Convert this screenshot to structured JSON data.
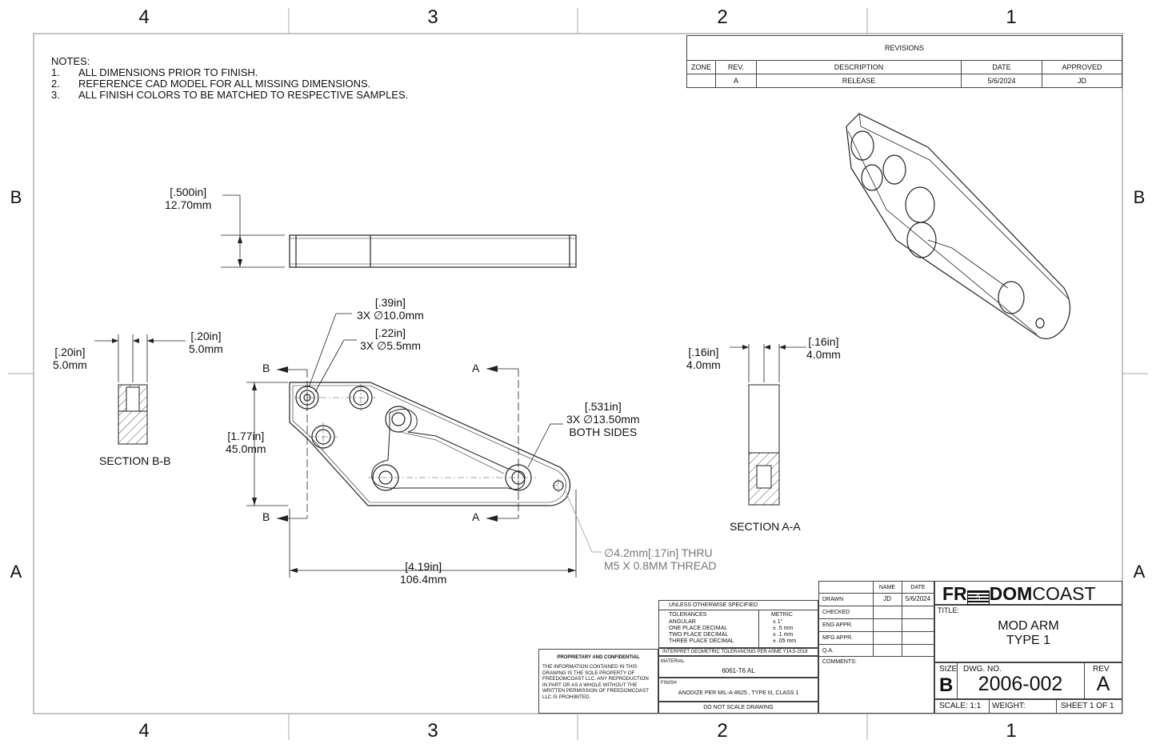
{
  "zones": {
    "cols": [
      "4",
      "3",
      "2",
      "1"
    ],
    "rows": [
      "B",
      "A"
    ]
  },
  "notes": {
    "heading": "NOTES:",
    "items": [
      {
        "num": "1.",
        "text": "ALL DIMENSIONS PRIOR TO FINISH."
      },
      {
        "num": "2.",
        "text": "REFERENCE CAD MODEL FOR ALL MISSING DIMENSIONS."
      },
      {
        "num": "3.",
        "text": "ALL FINISH COLORS TO BE MATCHED TO RESPECTIVE SAMPLES."
      }
    ]
  },
  "revisions": {
    "title": "REVISIONS",
    "headers": [
      "ZONE",
      "REV.",
      "DESCRIPTION",
      "DATE",
      "APPROVED"
    ],
    "rows": [
      [
        "",
        "A",
        "RELEASE",
        "5/6/2024",
        "JD"
      ]
    ]
  },
  "dims": {
    "top_thk": {
      "in": "[.500in]",
      "mm": "12.70mm"
    },
    "hole_39": {
      "in": "[.39in]",
      "mm": "3X ∅10.0mm"
    },
    "hole_22": {
      "in": "[.22in]",
      "mm": "3X ∅5.5mm"
    },
    "hole_531": {
      "in": "[.531in]",
      "mm": "3X ∅13.50mm",
      "note": "BOTH SIDES"
    },
    "height": {
      "in": "[1.77in]",
      "mm": "45.0mm"
    },
    "length": {
      "in": "[4.19in]",
      "mm": "106.4mm"
    },
    "thread": {
      "line1": "∅4.2mm[.17in] THRU",
      "line2": "M5 X 0.8MM THREAD"
    },
    "bb_left": {
      "in": "[.20in]",
      "mm": "5.0mm"
    },
    "bb_right": {
      "in": "[.20in]",
      "mm": "5.0mm"
    },
    "aa_left": {
      "in": "[.16in]",
      "mm": "4.0mm"
    },
    "aa_right": {
      "in": "[.16in]",
      "mm": "4.0mm"
    }
  },
  "section_labels": {
    "a": "A",
    "b": "B",
    "bb": "SECTION B-B",
    "aa": "SECTION A-A"
  },
  "title_block": {
    "proprietary_title": "PROPRIETARY AND CONFIDENTIAL",
    "proprietary_text": "THE INFORMATION CONTAINED IN THIS DRAWING IS THE SOLE PROPERTY OF FREEDOMCOAST LLC. ANY REPRODUCTION IN PART OR AS A WHOLE WITHOUT THE WRITTEN PERMISSION OF FREEDOMCOAST LLC IS PROHIBITED.",
    "unless": "UNLESS OTHERWISE SPECIFIED",
    "tol_label": "TOLERANCES",
    "metric_label": "METRIC",
    "tolerances": [
      {
        "name": "ANGULAR",
        "value": "± 1°"
      },
      {
        "name": "ONE PLACE DECIMAL",
        "value": "± .5 mm"
      },
      {
        "name": "TWO PLACE DECIMAL",
        "value": "± .1 mm"
      },
      {
        "name": "THREE PLACE DECIMAL",
        "value": "± .05 mm"
      }
    ],
    "interpret": "INTERPRET GEOMETRIC TOLERANCING PER ASME Y14.5-2018",
    "material_label": "MATERIAL",
    "material": "6061-T6 AL",
    "finish_label": "FINISH",
    "finish": "ANODIZE PER MIL-A-8625 , TYPE III, CLASS 1",
    "no_scale": "DO NOT SCALE DRAWING",
    "name_hdr": "NAME",
    "date_hdr": "DATE",
    "drawn": "DRAWN",
    "drawn_name": "JD",
    "drawn_date": "5/6/2024",
    "checked": "CHECKED",
    "eng": "ENG APPR.",
    "mfg": "MFG APPR.",
    "qa": "Q.A.",
    "comments": "COMMENTS:",
    "logo_left": "FR",
    "logo_mark": "5",
    "logo_bold": "DOM",
    "logo_right": "COAST",
    "title_label": "TITLE:",
    "title1": "MOD ARM",
    "title2": "TYPE 1",
    "size_label": "SIZE",
    "size": "B",
    "dwg_label": "DWG. NO.",
    "dwg_no": "2006-002",
    "rev_label": "REV",
    "rev": "A",
    "scale": "SCALE: 1:1",
    "weight": "WEIGHT:",
    "sheet": "SHEET 1 OF 1"
  }
}
